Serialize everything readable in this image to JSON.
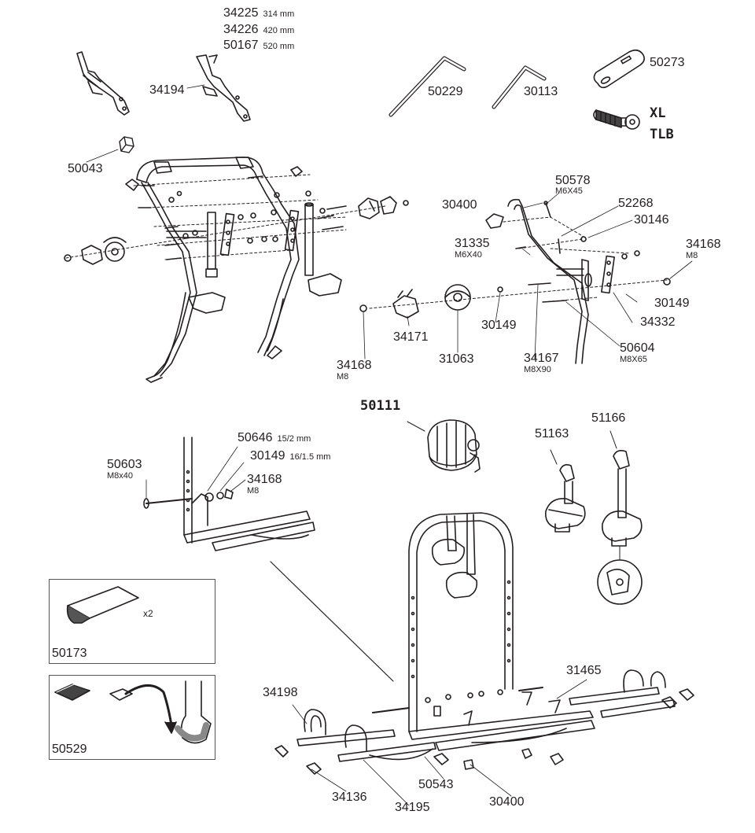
{
  "top": {
    "rods": [
      {
        "pn": "34225",
        "size": "314 mm"
      },
      {
        "pn": "34226",
        "size": "420 mm"
      },
      {
        "pn": "50167",
        "size": "520 mm"
      }
    ],
    "bracket": "34194",
    "wrench_long": "50229",
    "wrench_short": "30113",
    "key_plate": "50273",
    "lock_xl": "XL",
    "lock_tlb": "TLB"
  },
  "frame": {
    "cap": "50043"
  },
  "detail": {
    "knob": "30400",
    "screw_m6x45": {
      "pn": "50578",
      "spec": "M6X45"
    },
    "pin": "52268",
    "nut": "30146",
    "screw_m6x40": {
      "pn": "31335",
      "spec": "M6X40"
    },
    "nut_m8_right": {
      "pn": "34168",
      "spec": "M8"
    },
    "washer_right": "30149",
    "plate": "34332",
    "bolt_m8x65": {
      "pn": "50604",
      "spec": "M8X65"
    },
    "bolt_m8x90": {
      "pn": "34167",
      "spec": "M8X90"
    },
    "washer_mid": "30149",
    "joint_disc": "31063",
    "joint_clamp": "34171",
    "nut_m8_left": {
      "pn": "34168",
      "spec": "M8"
    }
  },
  "lower": {
    "lock_knob": "50111",
    "arm_short": "51163",
    "arm_long": "51166",
    "washer_a": {
      "pn": "50646",
      "spec": "15/2 mm"
    },
    "washer_b": {
      "pn": "30149",
      "spec": "16/1.5 mm"
    },
    "bolt": {
      "pn": "50603",
      "spec": "M8x40"
    },
    "nut": {
      "pn": "34168",
      "spec": "M8"
    },
    "sticker": "50173",
    "sticker_qty": "x2",
    "pad": "50529",
    "strap_left": "34198",
    "rail_clip": "31465",
    "strap_cap": "34136",
    "strap_second": "34195",
    "wheel_rail": "50543",
    "knob_bottom": "30400"
  }
}
